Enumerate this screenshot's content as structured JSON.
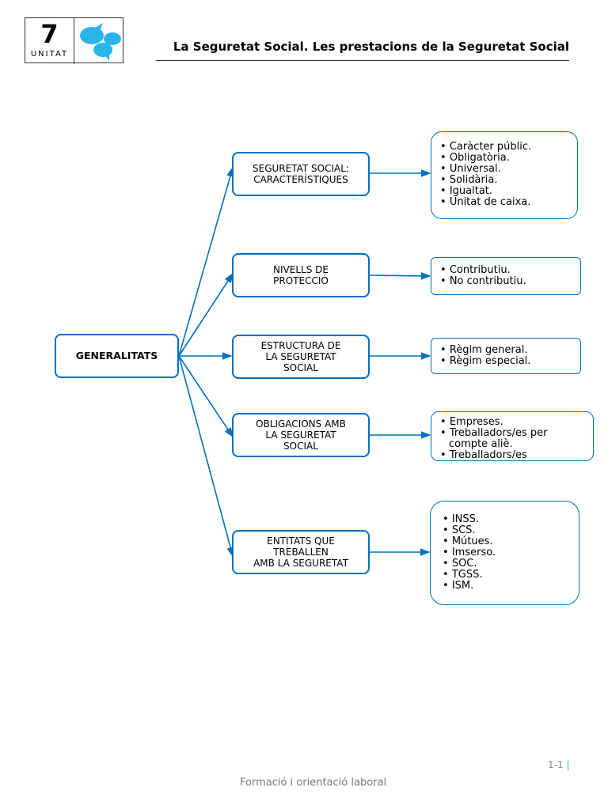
{
  "header": {
    "unit_number": "7",
    "unit_label": "UNITAT",
    "logo_icon": "speech-bubbles-icon",
    "title": "La Seguretat Social. Les prestacions de la Seguretat Social"
  },
  "diagram": {
    "root": "GENERALITATS",
    "branches": [
      {
        "label": "SEGURETAT SOCIAL:\nCARACTERÍSTIQUES",
        "items": [
          "Caràcter públic.",
          "Obligatòria.",
          "Universal.",
          "Solidària.",
          "Igualtat.",
          "Unitat de caixa."
        ]
      },
      {
        "label": "NIVELLS DE\nPROTECCIÓ",
        "items": [
          "Contributiu.",
          "No contributiu."
        ]
      },
      {
        "label": "ESTRUCTURA DE\nLA SEGURETAT\nSOCIAL",
        "items": [
          "Règim general.",
          "Règim especial."
        ]
      },
      {
        "label": "OBLIGACIONS AMB\nLA SEGURETAT\nSOCIAL",
        "items": [
          "Empreses.",
          "Treballadors/es per compte aliè.",
          "Treballadors/es"
        ]
      },
      {
        "label": "ENTITATS QUE\nTREBALLEN\nAMB LA SEGURETAT",
        "items": [
          "INSS.",
          "SCS.",
          "Mútues.",
          "Imserso.",
          "SOC.",
          "TGSS.",
          "ISM."
        ]
      }
    ],
    "line_color": "#0070c0"
  },
  "footer": {
    "page": "1-1",
    "separator": "|",
    "text": "Formació i orientació laboral"
  }
}
